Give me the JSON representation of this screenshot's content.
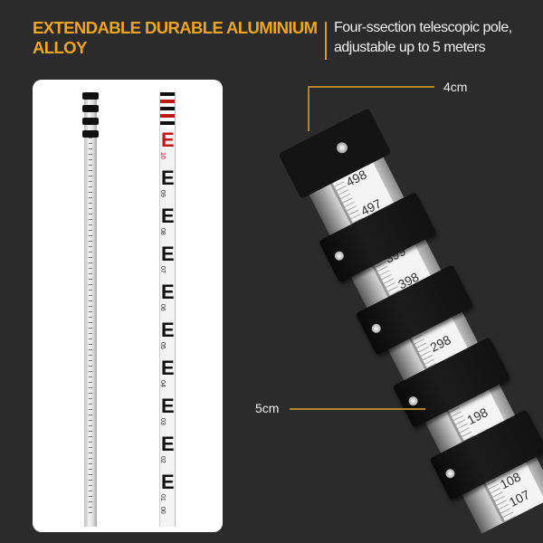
{
  "header": {
    "title": "EXTENDABLE DURABLE ALUMINIUM ALLOY",
    "subtitle": "Four-ssection telescopic pole, adjustable up to 5 meters"
  },
  "colors": {
    "accent": "#f2a51e",
    "background": "#2b2b2b",
    "dimension_line": "#b0842f"
  },
  "left_panel": {
    "ruler_labels": [
      "10",
      "09",
      "08",
      "07",
      "06",
      "05",
      "04",
      "03",
      "02",
      "01",
      "00"
    ]
  },
  "closeup": {
    "dimensions": {
      "top_width": "4cm",
      "bottom_width": "5cm"
    },
    "scale_readings": [
      "498",
      "497",
      "399",
      "398",
      "298",
      "198",
      "108",
      "107"
    ]
  }
}
